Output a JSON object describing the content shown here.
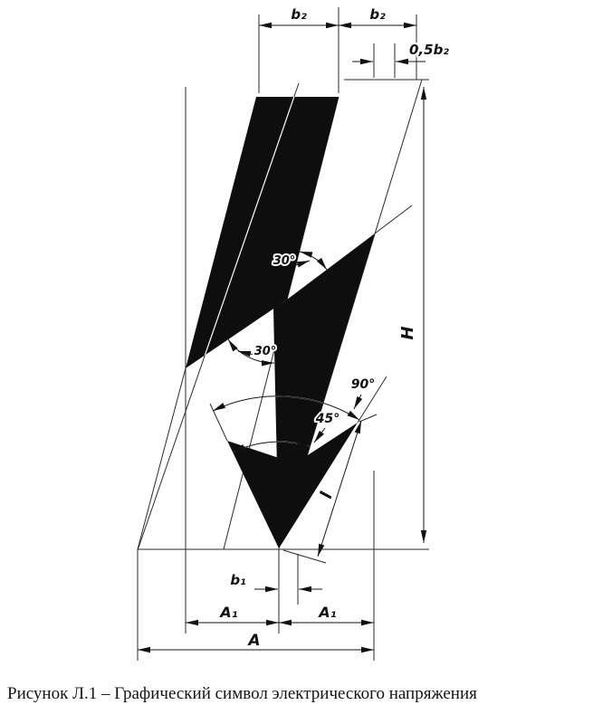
{
  "figure": {
    "caption": "Рисунок Л.1 – Графический символ электрического напряжения"
  },
  "dimensions": {
    "b2_left": "b₂",
    "b2_right": "b₂",
    "half_b2": "0,5b₂",
    "height": "H",
    "arrow_length": "l",
    "b1": "b₁",
    "a1_left": "A₁",
    "a1_right": "A₁",
    "a_total": "A"
  },
  "angles": {
    "top_notch": "30°",
    "left_notch": "30°",
    "arrow_full": "90°",
    "arrow_half": "45°"
  },
  "colors": {
    "ink": "#111111",
    "paper": "#fefefe"
  }
}
